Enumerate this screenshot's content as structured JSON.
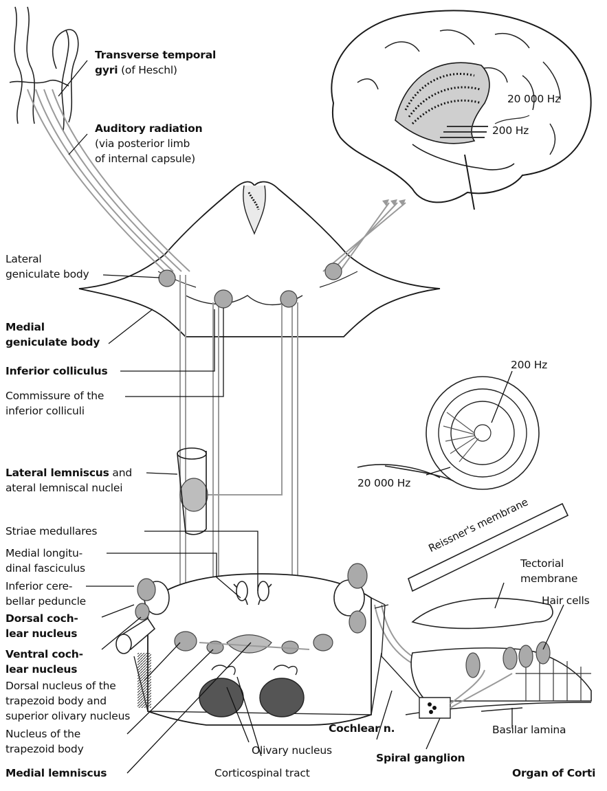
{
  "labels": {
    "transverse_bold": "Transverse temporal",
    "gyri_bold": "gyri",
    "gyri_rest": " (of Heschl)",
    "auditory_radiation": "Auditory radiation",
    "auditory_radiation_l2": "(via posterior limb",
    "auditory_radiation_l3": "of internal capsule)",
    "hz_20000_brain": "20 000 Hz",
    "hz_200_brain": "200 Hz",
    "lateral_geniculate_l1": "Lateral",
    "lateral_geniculate_l2": "geniculate body",
    "medial_geniculate_l1": "Medial",
    "medial_geniculate_l2": "geniculate body",
    "inferior_colliculus": "Inferior colliculus",
    "commissure_l1": "Commissure of the",
    "commissure_l2": "inferior colliculi",
    "hz_200_cochlea": "200 Hz",
    "hz_20000_cochlea": "20 000 Hz",
    "lateral_lemniscus_bold": "Lateral lemniscus",
    "lateral_lemniscus_rest": " and",
    "lateral_lemniscus_l2": "ateral lemniscal nuclei",
    "striae_medullares": "Striae medullares",
    "mlf_l1": "Medial longitu-",
    "mlf_l2": "dinal fasciculus",
    "icp_l1": "Inferior cere-",
    "icp_l2": "bellar peduncle",
    "dorsal_coch_l1": "Dorsal coch-",
    "dorsal_coch_l2": "lear nucleus",
    "ventral_coch_l1": "Ventral coch-",
    "ventral_coch_l2": "lear nucleus",
    "dorsal_trap_l1": "Dorsal nucleus of the",
    "dorsal_trap_l2": "trapezoid body and",
    "dorsal_trap_l3": "superior olivary nucleus",
    "nuc_trap_l1": "Nucleus of the",
    "nuc_trap_l2": "trapezoid body",
    "medial_lemniscus": "Medial lemniscus",
    "olivary_nucleus": "Olivary nucleus",
    "corticospinal_tract": "Corticospinal tract",
    "reissners_membrane": "Reissner's membrane",
    "tectorial_l1": "Tectorial",
    "tectorial_l2": "membrane",
    "hair_cells": "Hair cells",
    "cochlear_n": "Cochlear n.",
    "spiral_ganglion": "Spiral ganglion",
    "basilar_lamina": "Basilar lamina",
    "organ_of_corti": "Organ of Corti"
  }
}
